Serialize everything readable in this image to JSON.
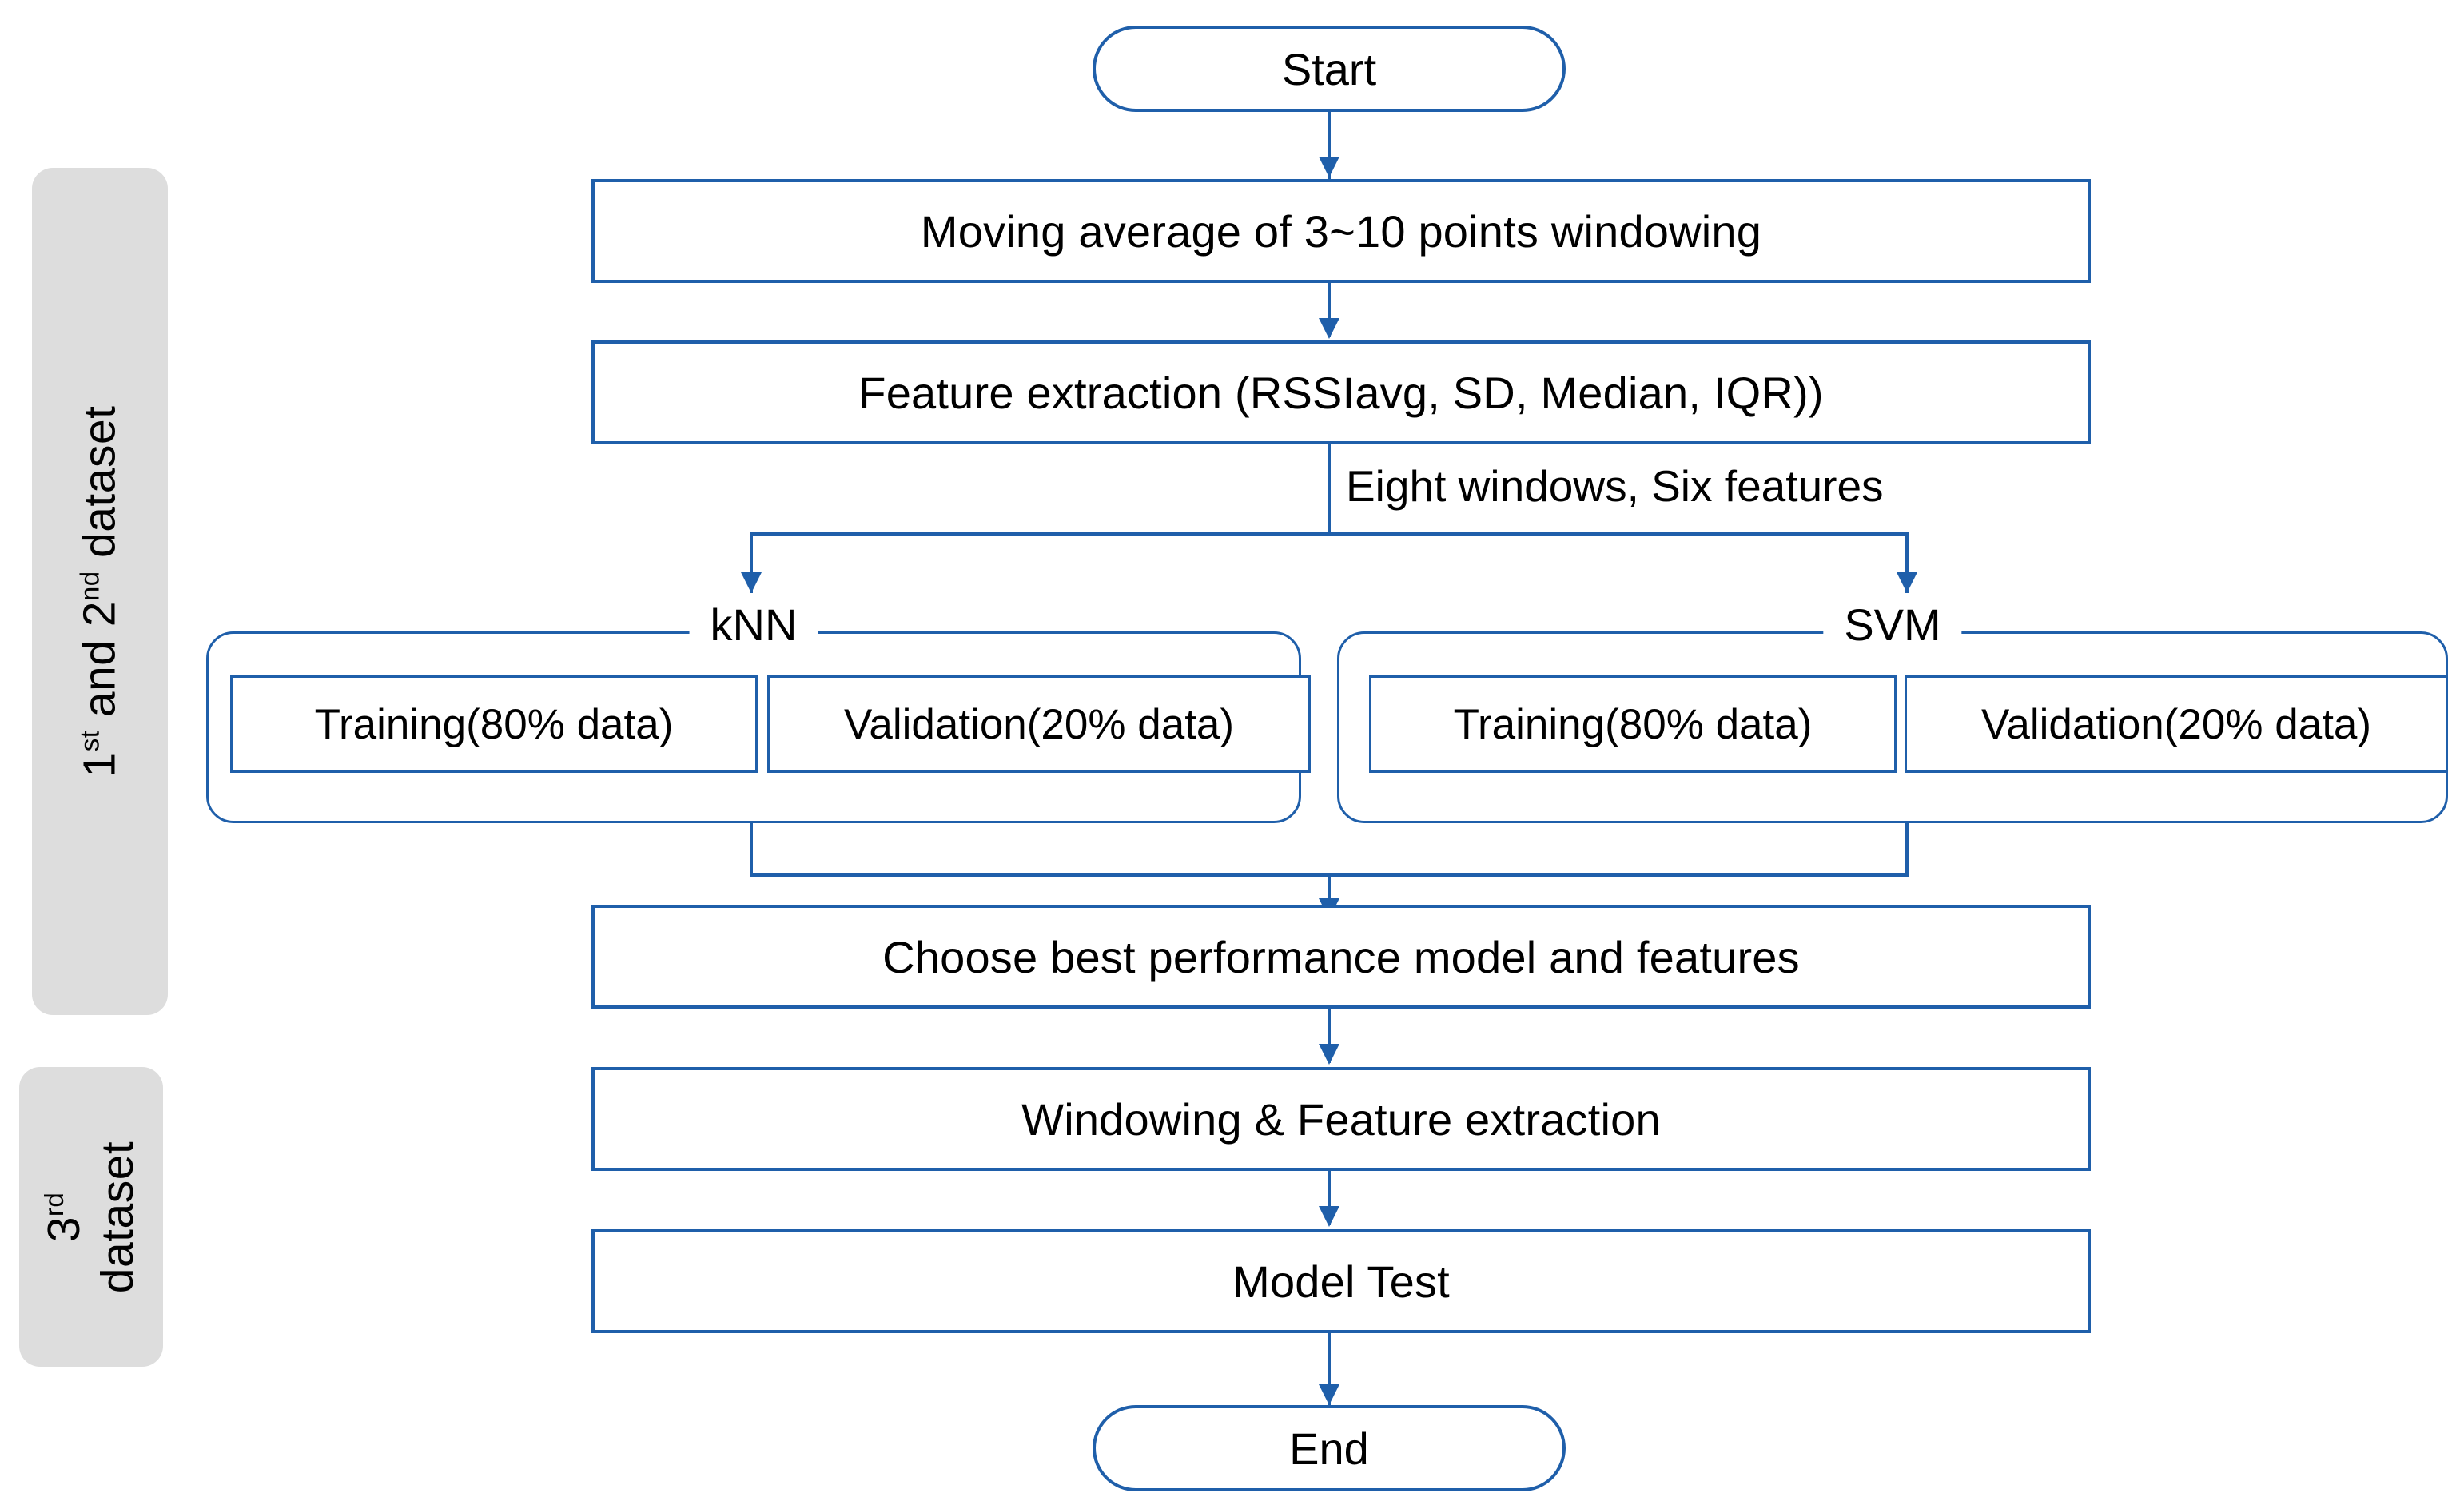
{
  "diagram": {
    "title": "Machine learning pipeline flowchart",
    "accent_color": "#1F5FAA",
    "panel_color": "#DDDDDD",
    "side_panels": [
      {
        "name": "first-and-second-dataset",
        "line1_prefix": "1",
        "line1_sup": "st",
        "line1_mid": " and 2",
        "line1_sup2": "nd",
        "line1_suffix": " dataset"
      },
      {
        "name": "third-dataset",
        "line1_prefix": "3",
        "line1_sup": "rd",
        "line2": "dataset"
      }
    ],
    "nodes": {
      "start": "Start",
      "moving_average": "Moving average of 3~10 points windowing",
      "feature_extraction": "Feature extraction (RSSIavg, SD, Median, IQR))",
      "choose_best": "Choose best performance model and features",
      "windowing_feature": "Windowing & Feature extraction",
      "model_test": "Model Test",
      "end": "End"
    },
    "edge_labels": {
      "eight_windows": "Eight windows, Six features"
    },
    "groups": [
      {
        "key": "knn",
        "title": "kNN",
        "training": "Training(80% data)",
        "validation": "Validation(20% data)"
      },
      {
        "key": "svm",
        "title": "SVM",
        "training": "Training(80% data)",
        "validation": "Validation(20% data)"
      }
    ]
  }
}
